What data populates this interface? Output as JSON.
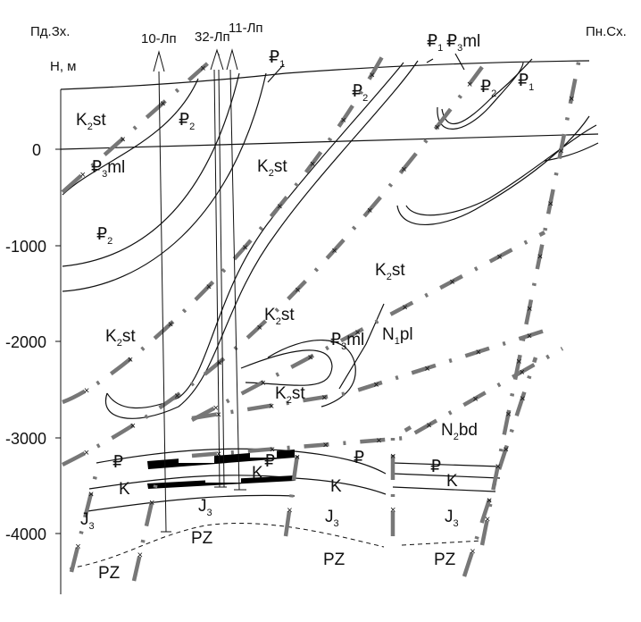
{
  "section": {
    "left_header": "Пд.Зх.",
    "right_header": "Пн.Сх.",
    "axis_unit": "Н, м",
    "depth_ticks": [
      "0",
      "-1000",
      "-2000",
      "-3000",
      "-4000"
    ]
  },
  "wells": [
    {
      "name": "10-Лп"
    },
    {
      "name": "32-Лп"
    },
    {
      "name": "11-Лп"
    }
  ],
  "units": {
    "K2st": {
      "base": "K",
      "sub": "2",
      "rest": "st"
    },
    "P2": {
      "base": "₽",
      "sub": "2",
      "rest": ""
    },
    "P1": {
      "base": "₽",
      "sub": "1",
      "rest": ""
    },
    "P3ml": {
      "base": "₽",
      "sub": "3",
      "rest": "ml"
    },
    "N1pl": {
      "base": "N",
      "sub": "1",
      "rest": "pl"
    },
    "N2bd": {
      "base": "N",
      "sub": "2",
      "rest": "bd"
    },
    "J3": {
      "base": "J",
      "sub": "3",
      "rest": ""
    },
    "P": {
      "base": "₽",
      "sub": "",
      "rest": ""
    },
    "K": {
      "base": "K",
      "sub": "",
      "rest": ""
    },
    "PZ": {
      "base": "PZ",
      "sub": "",
      "rest": ""
    }
  },
  "colors": {
    "fault": "#777777",
    "line": "#111111",
    "reservoir": "#000000"
  }
}
